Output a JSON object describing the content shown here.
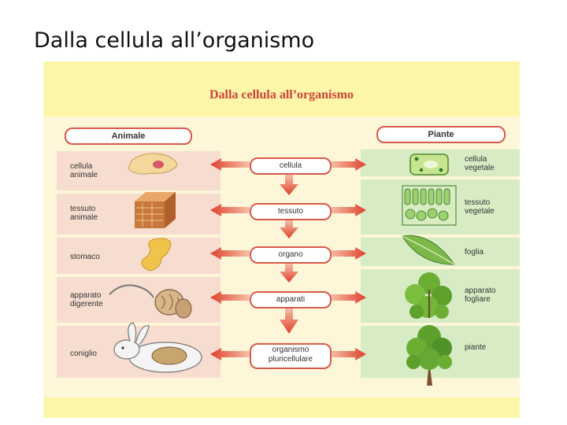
{
  "slide": {
    "title": "Dalla cellula all’organismo"
  },
  "figure": {
    "title": "Dalla cellula all’organismo",
    "left_header": "Animale",
    "right_header": "Piante",
    "levels": [
      "cellula",
      "tessuto",
      "organo",
      "apparati",
      "organismo pluricellulare"
    ],
    "animal_labels": [
      "cellula animale",
      "tessuto animale",
      "stomaco",
      "apparato digerente",
      "coniglio"
    ],
    "plant_labels": [
      "cellula vegetale",
      "tessuto vegetale",
      "foglia",
      "apparato fogliare",
      "piante"
    ]
  },
  "colors": {
    "arrow": "#e0402e",
    "pill_border": "#d85a4a",
    "animal_band": "#f7ddd0",
    "plant_band": "#d7ecc4",
    "header_band": "#fbf6a8"
  }
}
